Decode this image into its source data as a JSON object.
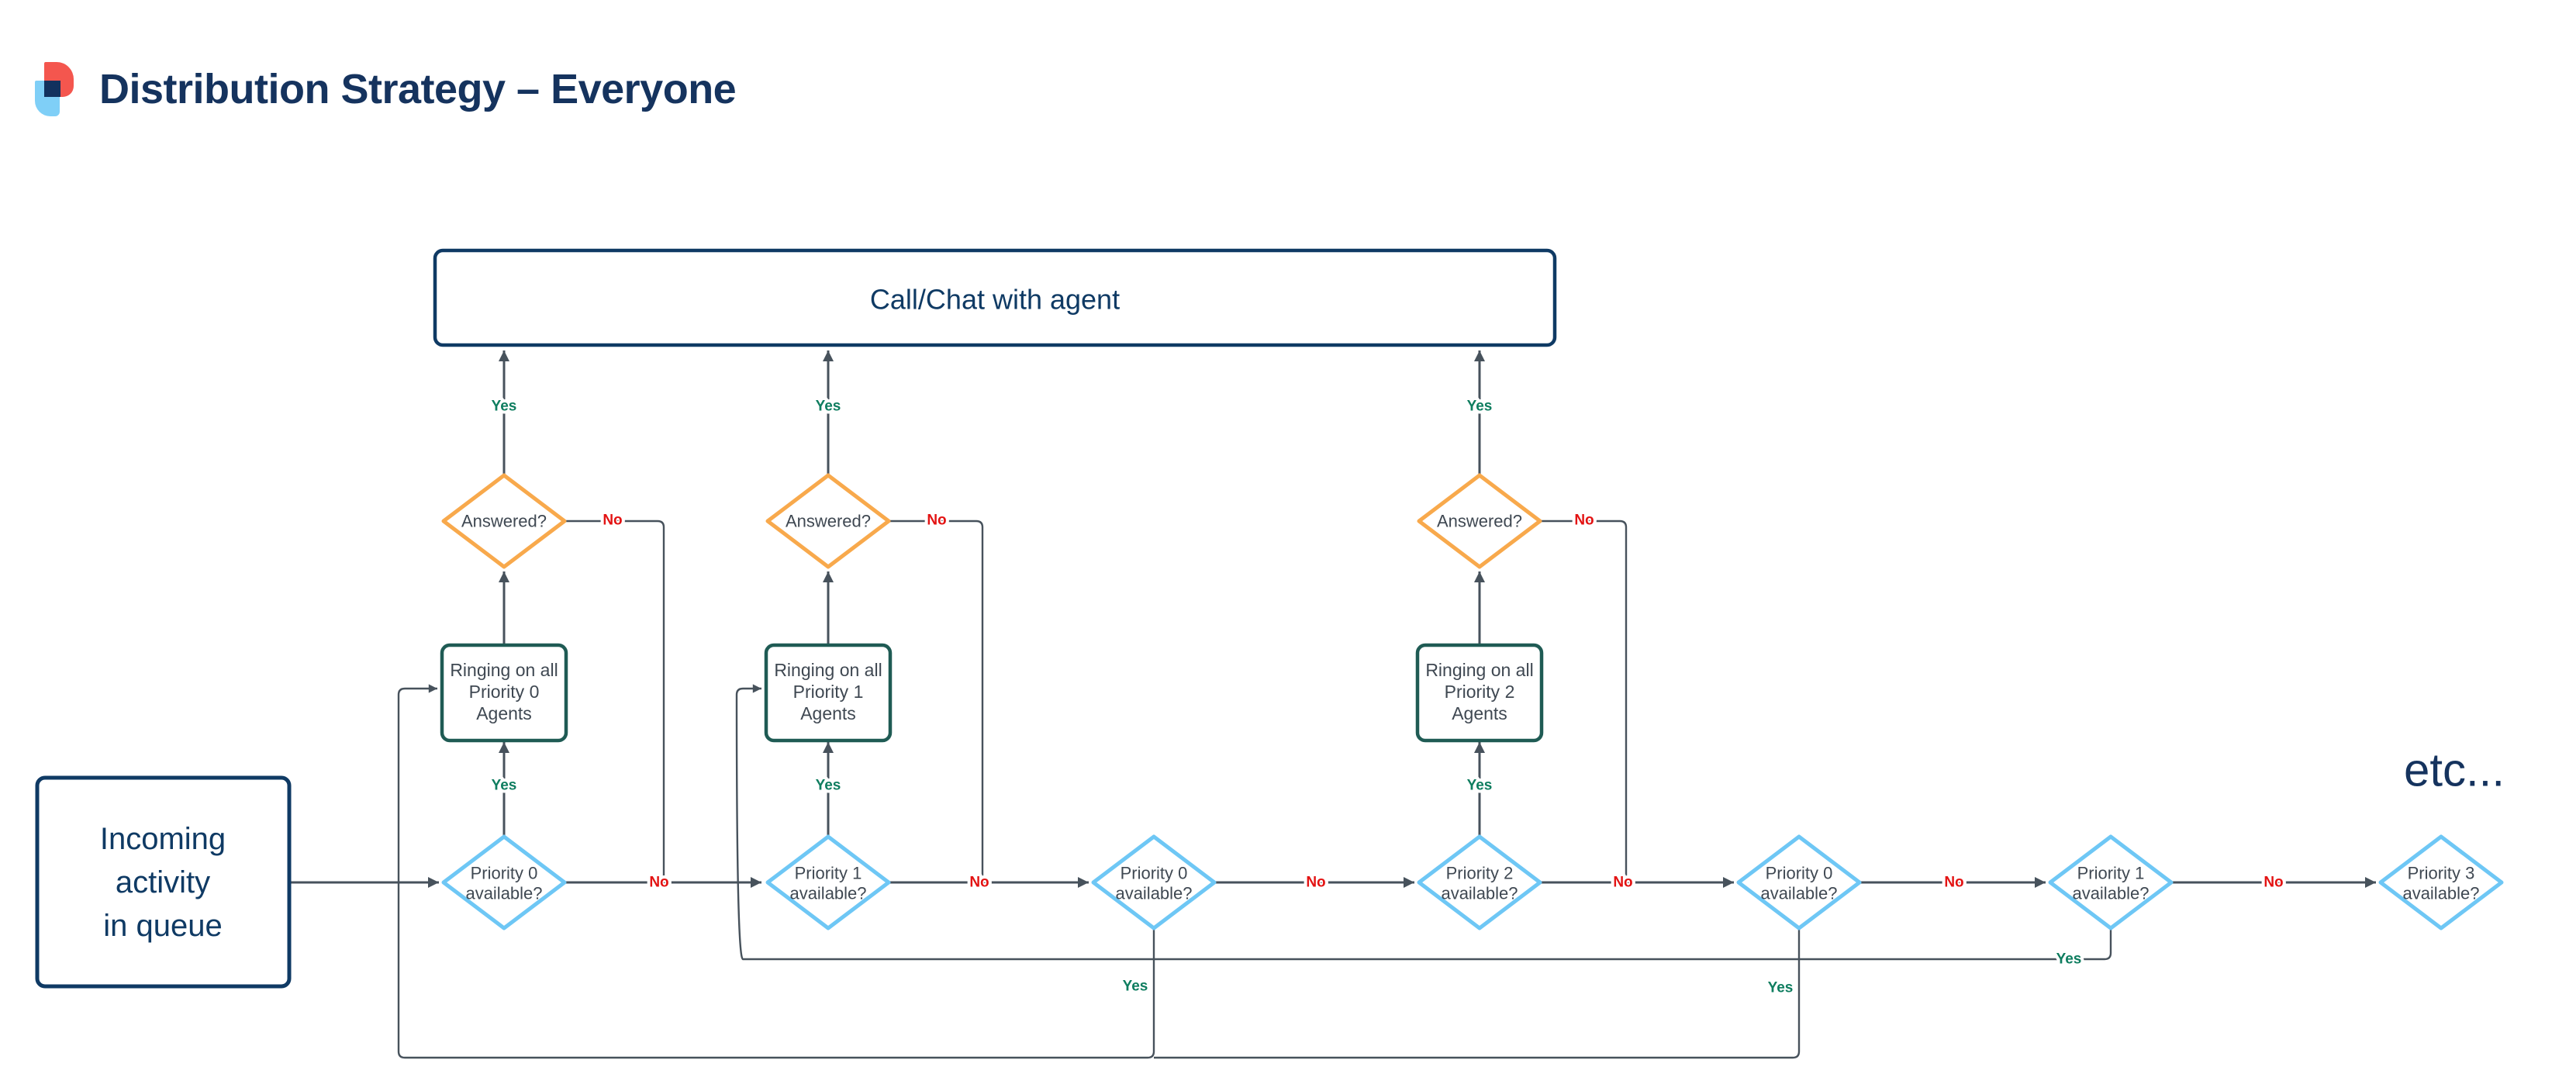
{
  "header": {
    "title": "Distribution Strategy – Everyone"
  },
  "labels": {
    "yes": "Yes",
    "no": "No"
  },
  "nodes": {
    "call": {
      "label": "Call/Chat with agent"
    },
    "incoming": {
      "lines": [
        "Incoming",
        "activity",
        "in queue"
      ]
    },
    "etc": {
      "label": "etc..."
    },
    "answered": [
      {
        "label": "Answered?"
      },
      {
        "label": "Answered?"
      },
      {
        "label": "Answered?"
      }
    ],
    "ringing": [
      {
        "lines": [
          "Ringing on all",
          "Priority 0",
          "Agents"
        ]
      },
      {
        "lines": [
          "Ringing on all",
          "Priority 1",
          "Agents"
        ]
      },
      {
        "lines": [
          "Ringing on all",
          "Priority 2",
          "Agents"
        ]
      }
    ],
    "priority": [
      {
        "lines": [
          "Priority 0",
          "available?"
        ]
      },
      {
        "lines": [
          "Priority 1",
          "available?"
        ]
      },
      {
        "lines": [
          "Priority 0",
          "available?"
        ]
      },
      {
        "lines": [
          "Priority 2",
          "available?"
        ]
      },
      {
        "lines": [
          "Priority 0",
          "available?"
        ]
      },
      {
        "lines": [
          "Priority 1",
          "available?"
        ]
      },
      {
        "lines": [
          "Priority 3",
          "available?"
        ]
      }
    ]
  },
  "colors": {
    "navy": "#0F3A64",
    "title_navy": "#15335E",
    "slate_line": "#47525C",
    "text_slate": "#3F4852",
    "orange": "#F8A94C",
    "light_blue": "#6EC7F5",
    "teal": "#1F5B54",
    "yes_green": "#0E7D5F",
    "no_red": "#E31313",
    "logo_red": "#F4564E",
    "logo_blue": "#7FCFF7",
    "logo_navy": "#12315E"
  }
}
